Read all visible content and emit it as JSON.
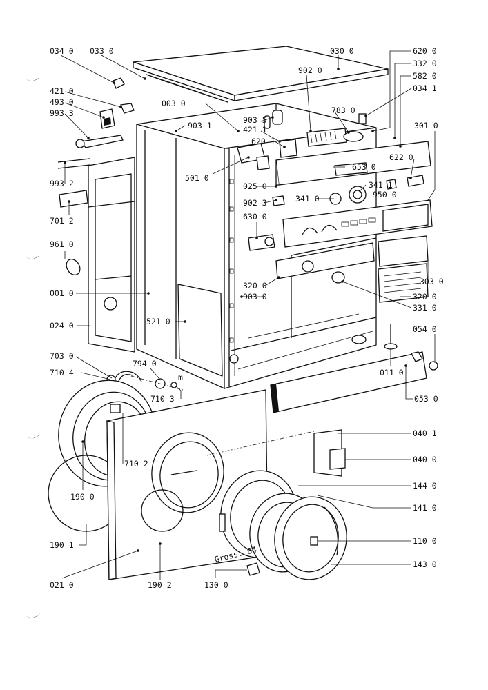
{
  "diagram": {
    "signature_mark": "Gross. 84",
    "callout_m": "m",
    "labels": [
      {
        "id": "l-0340",
        "text": "034 0"
      },
      {
        "id": "l-0330",
        "text": "033 0"
      },
      {
        "id": "l-0300",
        "text": "030 0"
      },
      {
        "id": "l-6200",
        "text": "620 0"
      },
      {
        "id": "l-3320",
        "text": "332 0"
      },
      {
        "id": "l-5820",
        "text": "582 0"
      },
      {
        "id": "l-0341",
        "text": "034 1"
      },
      {
        "id": "l-9020",
        "text": "902 0"
      },
      {
        "id": "l-4210",
        "text": "421 0"
      },
      {
        "id": "l-4930",
        "text": "493 0"
      },
      {
        "id": "l-9933",
        "text": "993 3"
      },
      {
        "id": "l-0030",
        "text": "003 0"
      },
      {
        "id": "l-9031",
        "text": "903 1"
      },
      {
        "id": "l-9035",
        "text": "903 5"
      },
      {
        "id": "l-4211",
        "text": "421 1"
      },
      {
        "id": "l-7830",
        "text": "783 0"
      },
      {
        "id": "l-3010",
        "text": "301 0"
      },
      {
        "id": "l-6201",
        "text": "620 1"
      },
      {
        "id": "l-6220",
        "text": "622 0"
      },
      {
        "id": "l-9932",
        "text": "993 2"
      },
      {
        "id": "l-5010",
        "text": "501 0"
      },
      {
        "id": "l-6530",
        "text": "653 0"
      },
      {
        "id": "l-0250",
        "text": "025 0"
      },
      {
        "id": "l-3411",
        "text": "341 1"
      },
      {
        "id": "l-9023",
        "text": "902 3"
      },
      {
        "id": "l-3410",
        "text": "341 0"
      },
      {
        "id": "l-9500",
        "text": "950 0"
      },
      {
        "id": "l-7012",
        "text": "701 2"
      },
      {
        "id": "l-6300",
        "text": "630 0"
      },
      {
        "id": "l-9610",
        "text": "961 0"
      },
      {
        "id": "l-3030",
        "text": "303 0"
      },
      {
        "id": "l-3200a",
        "text": "320 0"
      },
      {
        "id": "l-3200b",
        "text": "320 0"
      },
      {
        "id": "l-9030",
        "text": "903 0"
      },
      {
        "id": "l-3310",
        "text": "331 0"
      },
      {
        "id": "l-0010",
        "text": "001 0"
      },
      {
        "id": "l-5210",
        "text": "521 0"
      },
      {
        "id": "l-0240",
        "text": "024 0"
      },
      {
        "id": "l-0540",
        "text": "054 0"
      },
      {
        "id": "l-7030",
        "text": "703 0"
      },
      {
        "id": "l-7940",
        "text": "794 0"
      },
      {
        "id": "l-7104",
        "text": "710 4"
      },
      {
        "id": "l-0110",
        "text": "011 0"
      },
      {
        "id": "l-7103",
        "text": "710 3"
      },
      {
        "id": "l-0530",
        "text": "053 0"
      },
      {
        "id": "l-0401",
        "text": "040 1"
      },
      {
        "id": "l-7102",
        "text": "710 2"
      },
      {
        "id": "l-0400",
        "text": "040 0"
      },
      {
        "id": "l-1900",
        "text": "190 0"
      },
      {
        "id": "l-1440",
        "text": "144 0"
      },
      {
        "id": "l-1410",
        "text": "141 0"
      },
      {
        "id": "l-1901",
        "text": "190 1"
      },
      {
        "id": "l-1100",
        "text": "110 0"
      },
      {
        "id": "l-1430",
        "text": "143 0"
      },
      {
        "id": "l-0210",
        "text": "021 0"
      },
      {
        "id": "l-1902",
        "text": "190 2"
      },
      {
        "id": "l-1300",
        "text": "130 0"
      }
    ]
  }
}
